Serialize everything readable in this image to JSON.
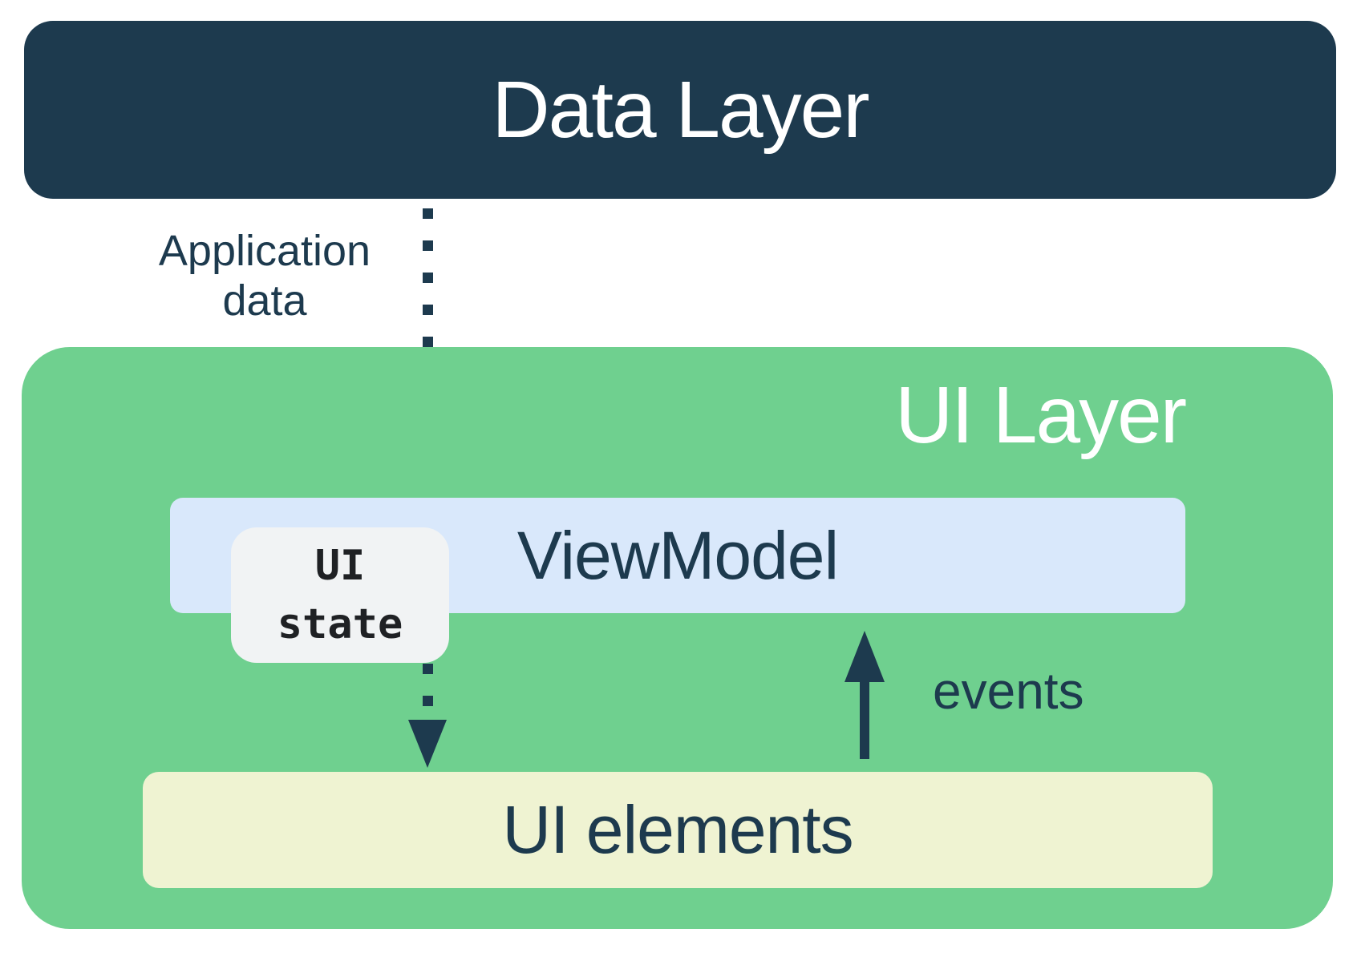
{
  "diagram": {
    "data_layer": {
      "label": "Data Layer"
    },
    "application_data": {
      "line1": "Application",
      "line2": "data"
    },
    "ui_layer": {
      "label": "UI Layer"
    },
    "viewmodel": {
      "label": "ViewModel"
    },
    "ui_state": {
      "line1": "UI",
      "line2": "state"
    },
    "events": {
      "label": "events"
    },
    "ui_elements": {
      "label": "UI elements"
    },
    "colors": {
      "navy": "#1d3a4e",
      "green": "#6fd08f",
      "light_blue": "#d9e8fb",
      "light_yellow": "#eff3d2",
      "light_grey": "#f1f3f4",
      "white": "#ffffff",
      "ink": "#1f2124"
    }
  }
}
